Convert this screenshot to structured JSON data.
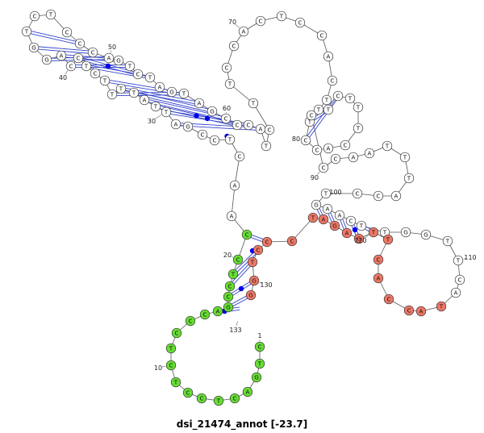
{
  "title": "dsi_21474_annot [-23.7]",
  "colors": {
    "unpaired": "#ffffff",
    "green_region": "#66dd33",
    "red_region": "#ee7766",
    "outline": "#333333",
    "backbone": "#555555",
    "pair_line": "#3344cc",
    "gu_dot": "#0000ee"
  },
  "sequence": "CTGACTCCTCTCCCAGCCTCCAACTCCGATTATTTTCTCCAGGTCTCCCAGTCTAGTAGCCCATCTTCCACTCCACTTTCCACTTTCTCCCAATTTACCTGAACTTGGTTCATACCACTTGAGATCCCTGG",
  "position_labels": [
    {
      "n": 1,
      "text": "1"
    },
    {
      "n": 10,
      "text": "10"
    },
    {
      "n": 20,
      "text": "20"
    },
    {
      "n": 30,
      "text": "30"
    },
    {
      "n": 40,
      "text": "40"
    },
    {
      "n": 50,
      "text": "50"
    },
    {
      "n": 60,
      "text": "60"
    },
    {
      "n": 70,
      "text": "70"
    },
    {
      "n": 80,
      "text": "80"
    },
    {
      "n": 90,
      "text": "90"
    },
    {
      "n": 100,
      "text": "100"
    },
    {
      "n": 110,
      "text": "110"
    },
    {
      "n": 120,
      "text": "120"
    },
    {
      "n": 130,
      "text": "130"
    },
    {
      "n": 133,
      "text": "133"
    }
  ]
}
